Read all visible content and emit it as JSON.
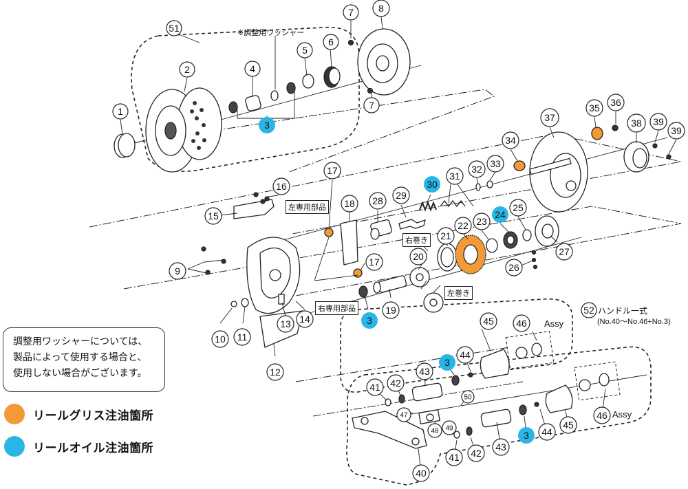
{
  "colors": {
    "grease": "#f29a38",
    "oil": "#29b6e6",
    "line": "#222222"
  },
  "note": {
    "lines": [
      "調整用ワッシャーについては、",
      "製品によって使用する場合と、",
      "使用しない場合がございます。"
    ]
  },
  "legend": [
    {
      "color_key": "grease",
      "label": "リールグリス注油箇所"
    },
    {
      "color_key": "oil",
      "label": "リールオイル注油箇所"
    }
  ],
  "annotations": {
    "adjust_washer": "※調整用ワッシャー",
    "left_only": "左専用部品",
    "right_only": "右専用部品",
    "right_wind": "右巻き",
    "left_wind": "左巻き",
    "handle_set_title": "ハンドル一式",
    "handle_set_sub": "(No.40〜No.46+No.3)",
    "assy_label": "Assy"
  },
  "callouts": [
    {
      "n": "51",
      "fill": "none"
    },
    {
      "n": "1",
      "fill": "none"
    },
    {
      "n": "2",
      "fill": "none"
    },
    {
      "n": "4",
      "fill": "none"
    },
    {
      "n": "5",
      "fill": "none"
    },
    {
      "n": "6",
      "fill": "none"
    },
    {
      "n": "7",
      "fill": "none"
    },
    {
      "n": "8",
      "fill": "none"
    },
    {
      "n": "7",
      "fill": "none"
    },
    {
      "n": "3",
      "fill": "oil"
    },
    {
      "n": "37",
      "fill": "none"
    },
    {
      "n": "35",
      "fill": "none"
    },
    {
      "n": "36",
      "fill": "none"
    },
    {
      "n": "38",
      "fill": "none"
    },
    {
      "n": "39",
      "fill": "none"
    },
    {
      "n": "39",
      "fill": "none"
    },
    {
      "n": "34",
      "fill": "none"
    },
    {
      "n": "16",
      "fill": "none"
    },
    {
      "n": "17",
      "fill": "none"
    },
    {
      "n": "18",
      "fill": "none"
    },
    {
      "n": "28",
      "fill": "none"
    },
    {
      "n": "29",
      "fill": "none"
    },
    {
      "n": "30",
      "fill": "oil"
    },
    {
      "n": "31",
      "fill": "none"
    },
    {
      "n": "32",
      "fill": "none"
    },
    {
      "n": "33",
      "fill": "none"
    },
    {
      "n": "15",
      "fill": "none"
    },
    {
      "n": "24",
      "fill": "oil"
    },
    {
      "n": "25",
      "fill": "none"
    },
    {
      "n": "23",
      "fill": "none"
    },
    {
      "n": "22",
      "fill": "none"
    },
    {
      "n": "21",
      "fill": "none"
    },
    {
      "n": "20",
      "fill": "none"
    },
    {
      "n": "27",
      "fill": "none"
    },
    {
      "n": "9",
      "fill": "none"
    },
    {
      "n": "17",
      "fill": "none"
    },
    {
      "n": "26",
      "fill": "none"
    },
    {
      "n": "13",
      "fill": "none"
    },
    {
      "n": "14",
      "fill": "none"
    },
    {
      "n": "3",
      "fill": "oil"
    },
    {
      "n": "19",
      "fill": "none"
    },
    {
      "n": "10",
      "fill": "none"
    },
    {
      "n": "11",
      "fill": "none"
    },
    {
      "n": "12",
      "fill": "none"
    },
    {
      "n": "52",
      "fill": "none"
    },
    {
      "n": "46",
      "fill": "none"
    },
    {
      "n": "45",
      "fill": "none"
    },
    {
      "n": "3",
      "fill": "oil"
    },
    {
      "n": "44",
      "fill": "none"
    },
    {
      "n": "43",
      "fill": "none"
    },
    {
      "n": "42",
      "fill": "none"
    },
    {
      "n": "41",
      "fill": "none"
    },
    {
      "n": "47",
      "fill": "none"
    },
    {
      "n": "50",
      "fill": "none"
    },
    {
      "n": "48",
      "fill": "none"
    },
    {
      "n": "49",
      "fill": "none"
    },
    {
      "n": "41",
      "fill": "none"
    },
    {
      "n": "42",
      "fill": "none"
    },
    {
      "n": "43",
      "fill": "none"
    },
    {
      "n": "3",
      "fill": "oil"
    },
    {
      "n": "44",
      "fill": "none"
    },
    {
      "n": "45",
      "fill": "none"
    },
    {
      "n": "46",
      "fill": "none"
    },
    {
      "n": "40",
      "fill": "none"
    }
  ]
}
